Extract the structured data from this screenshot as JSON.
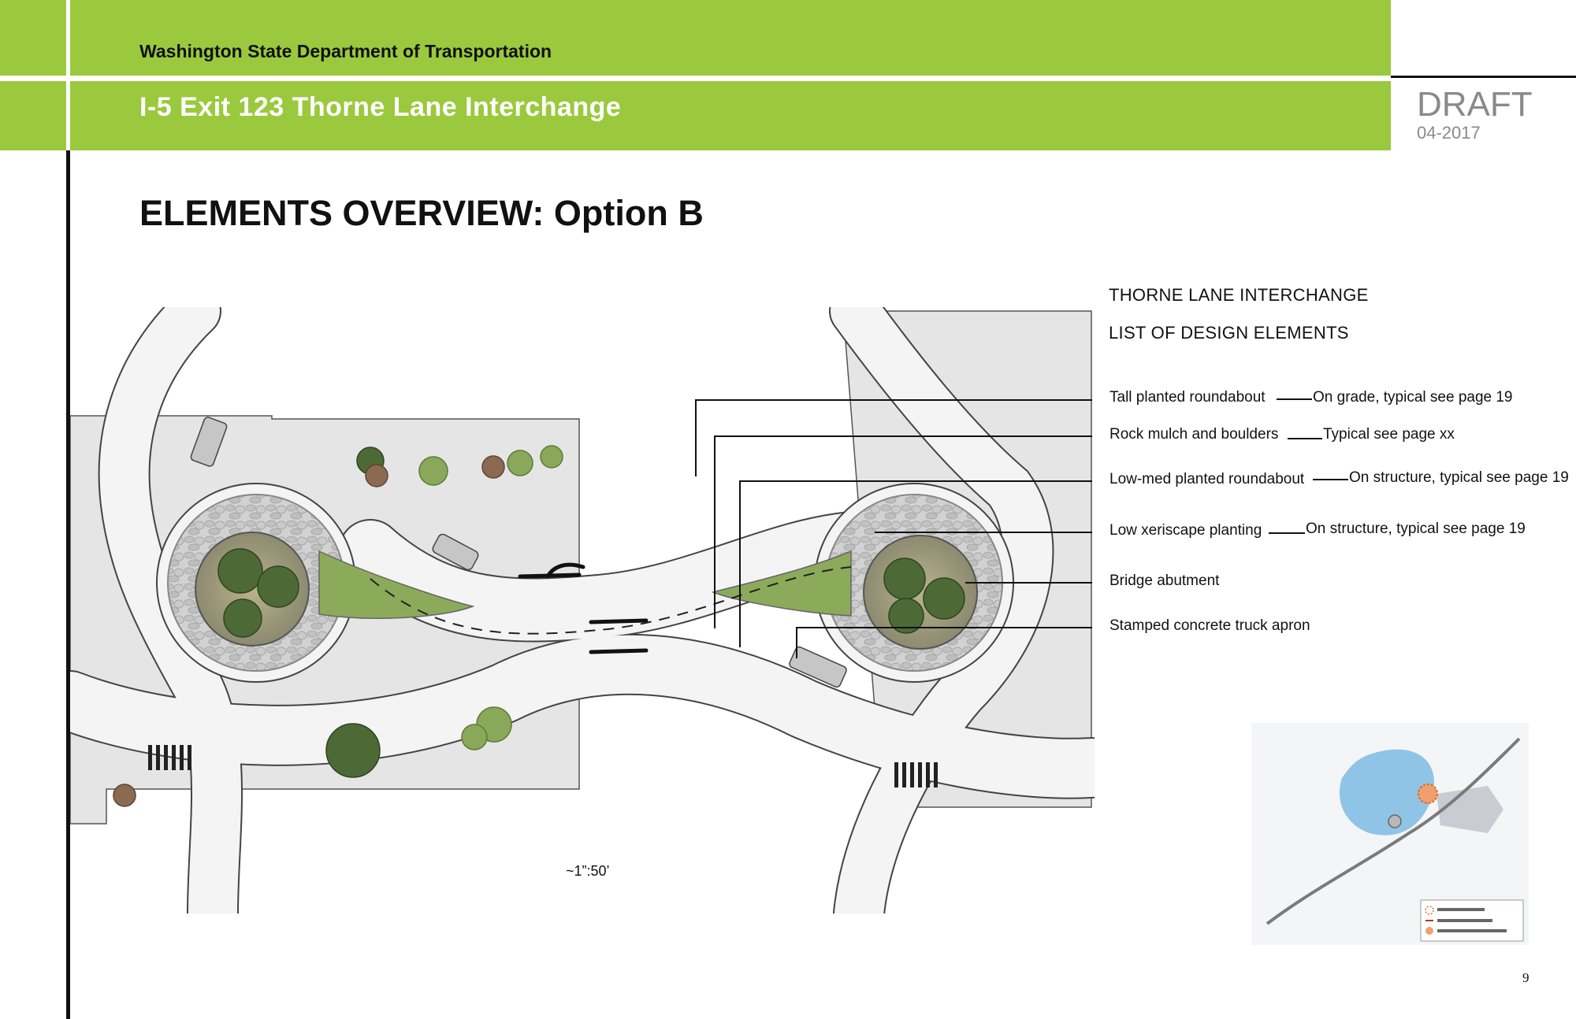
{
  "header": {
    "organization": "Washington State Department of Transportation",
    "project": "I-5 Exit 123 Thorne Lane Interchange"
  },
  "status": {
    "label": "DRAFT",
    "date": "04-2017"
  },
  "page_title": "ELEMENTS OVERVIEW: Option B",
  "legend": {
    "heading_1": "THORNE LANE INTERCHANGE",
    "heading_2": "LIST OF DESIGN ELEMENTS",
    "items": [
      {
        "label": "Tall planted roundabout",
        "note": "On grade, typical see page 19"
      },
      {
        "label": "Rock mulch and boulders",
        "note": "Typical see page xx"
      },
      {
        "label": "Low-med planted roundabout",
        "note": "On structure, typical see page 19"
      },
      {
        "label": "Low xeriscape planting",
        "note": "On structure, typical see page 19"
      },
      {
        "label": "Bridge abutment",
        "note": ""
      },
      {
        "label": "Stamped concrete truck apron",
        "note": ""
      }
    ]
  },
  "scale_note": "~1”:50’",
  "page_number": "9",
  "colors": {
    "header_green": "#9bc93e",
    "draft_gray": "#8a8a8a",
    "text": "#111111"
  }
}
